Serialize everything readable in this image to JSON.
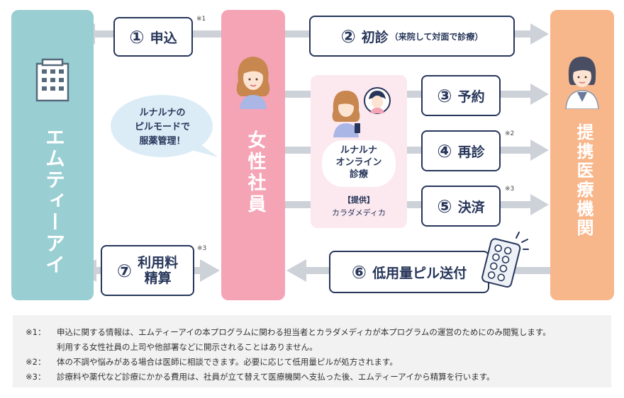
{
  "columns": {
    "company": {
      "label": "エムティーアイ",
      "color": "#99ced3"
    },
    "employee": {
      "label": "女性社員",
      "color": "#f5a4b6"
    },
    "clinic": {
      "label": "提携医療機関",
      "color": "#f8b68b"
    }
  },
  "bubble": {
    "line1": "ルナルナの",
    "line2": "ピルモードで",
    "line3": "服薬管理！"
  },
  "online": {
    "line1": "ルナルナ",
    "line2": "オンライン",
    "line3": "診療",
    "provider_tag": "【提供】",
    "provider": "カラダメディカ"
  },
  "steps": [
    {
      "num": "①",
      "label": "申込",
      "note": "※1"
    },
    {
      "num": "②",
      "label": "初診",
      "sub": "（来院して対面で診療）"
    },
    {
      "num": "③",
      "label": "予約"
    },
    {
      "num": "④",
      "label": "再診",
      "note": "※2"
    },
    {
      "num": "⑤",
      "label": "決済",
      "note": "※3"
    },
    {
      "num": "⑥",
      "label": "低用量ピル送付"
    },
    {
      "num": "⑦",
      "label_line1": "利用料",
      "label_line2": "精算",
      "note": "※3"
    }
  ],
  "notes": [
    {
      "mark": "※1：",
      "lines": [
        "申込に関する情報は、エムティーアイの本プログラムに関わる担当者とカラダメディカが本プログラムの運営のためにのみ閲覧します。",
        "利用する女性社員の上司や他部署などに開示されることはありません。"
      ]
    },
    {
      "mark": "※2：",
      "lines": [
        "体の不調や悩みがある場合は医師に相談できます。必要に応じて低用量ピルが処方されます。"
      ]
    },
    {
      "mark": "※3：",
      "lines": [
        "診療料や薬代など診療にかかる費用は、社員が立て替えて医療機関へ支払った後、エムティーアイから精算を行います。"
      ]
    }
  ],
  "colors": {
    "navy": "#27365a",
    "arrow": "#cdd1d8",
    "online_bg": "#fce8ef",
    "bubble": "#dcecf6"
  }
}
